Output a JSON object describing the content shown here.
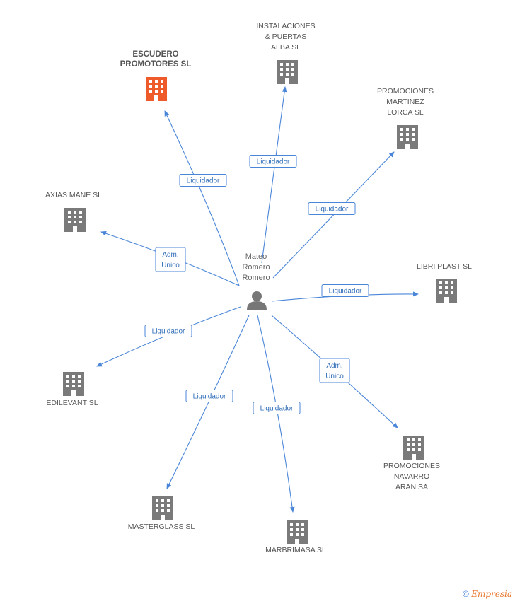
{
  "center": {
    "name_lines": [
      "Mateo",
      "Romero",
      "Romero"
    ],
    "icon": "person-icon"
  },
  "colors": {
    "edge": "#4a86d8",
    "building": "#7a7a7a",
    "highlight": "#ef5a2a"
  },
  "companies": [
    {
      "id": "escudero",
      "lines": [
        "ESCUDERO",
        "PROMOTORES SL"
      ],
      "highlight": true,
      "relation": [
        "Liquidador"
      ]
    },
    {
      "id": "instalaciones",
      "lines": [
        "INSTALACIONES",
        "& PUERTAS",
        "ALBA SL"
      ],
      "highlight": false,
      "relation": [
        "Liquidador"
      ]
    },
    {
      "id": "promociones-martinez",
      "lines": [
        "PROMOCIONES",
        "MARTINEZ",
        "LORCA SL"
      ],
      "highlight": false,
      "relation": [
        "Liquidador"
      ]
    },
    {
      "id": "axias",
      "lines": [
        "AXIAS MANE SL"
      ],
      "highlight": false,
      "relation": [
        "Adm.",
        "Unico"
      ]
    },
    {
      "id": "libri",
      "lines": [
        "LIBRI PLAST SL"
      ],
      "highlight": false,
      "relation": [
        "Liquidador"
      ]
    },
    {
      "id": "edilevant",
      "lines": [
        "EDILEVANT SL"
      ],
      "highlight": false,
      "relation": [
        "Liquidador"
      ]
    },
    {
      "id": "promociones-navarro",
      "lines": [
        "PROMOCIONES",
        "NAVARRO",
        "ARAN SA"
      ],
      "highlight": false,
      "relation": [
        "Adm.",
        "Unico"
      ]
    },
    {
      "id": "masterglass",
      "lines": [
        "MASTERGLASS SL"
      ],
      "highlight": false,
      "relation": [
        "Liquidador"
      ]
    },
    {
      "id": "marbrimasa",
      "lines": [
        "MARBRIMASA SL"
      ],
      "highlight": false,
      "relation": [
        "Liquidador"
      ]
    }
  ],
  "footer": {
    "copyright": "©",
    "brand": "Empresia"
  }
}
